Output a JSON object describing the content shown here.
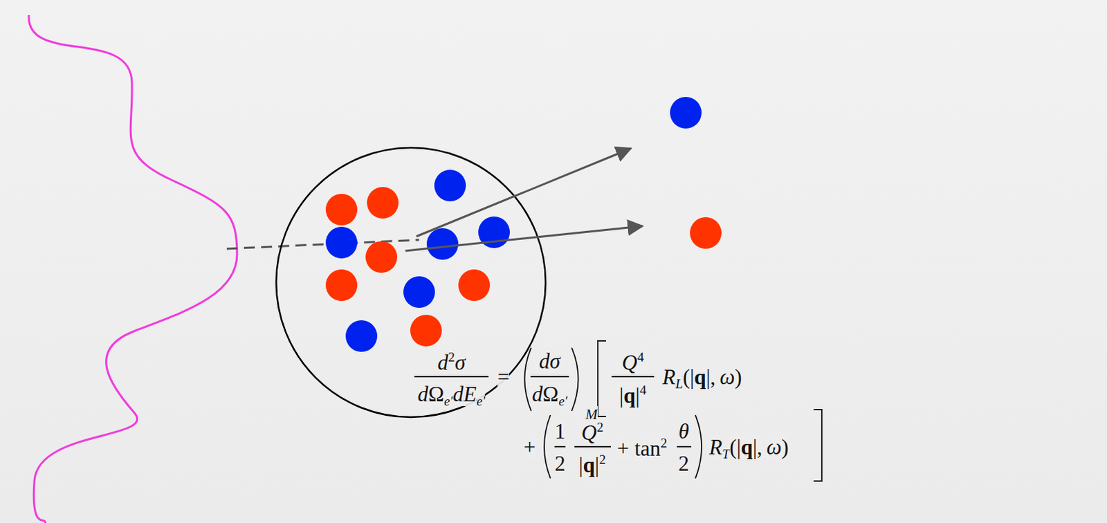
{
  "diagram": {
    "labels": [
      "d",
      "2",
      "σ",
      "d",
      "Ω",
      "e′",
      "d",
      "E",
      "e′",
      "=",
      "d",
      "σ",
      "d",
      "Ω",
      "e′",
      "M",
      "Q",
      "4",
      "|",
      "q",
      "|",
      "4",
      "R",
      "L",
      "(|",
      "q",
      "|,",
      "ω",
      ")",
      "+",
      "1",
      "2",
      "Q",
      "2",
      "|",
      "q",
      "|",
      "2",
      "+",
      "tan",
      "2",
      "θ",
      "2",
      "R",
      "T",
      "(|",
      "q",
      "|,",
      "ω",
      ")"
    ]
  }
}
